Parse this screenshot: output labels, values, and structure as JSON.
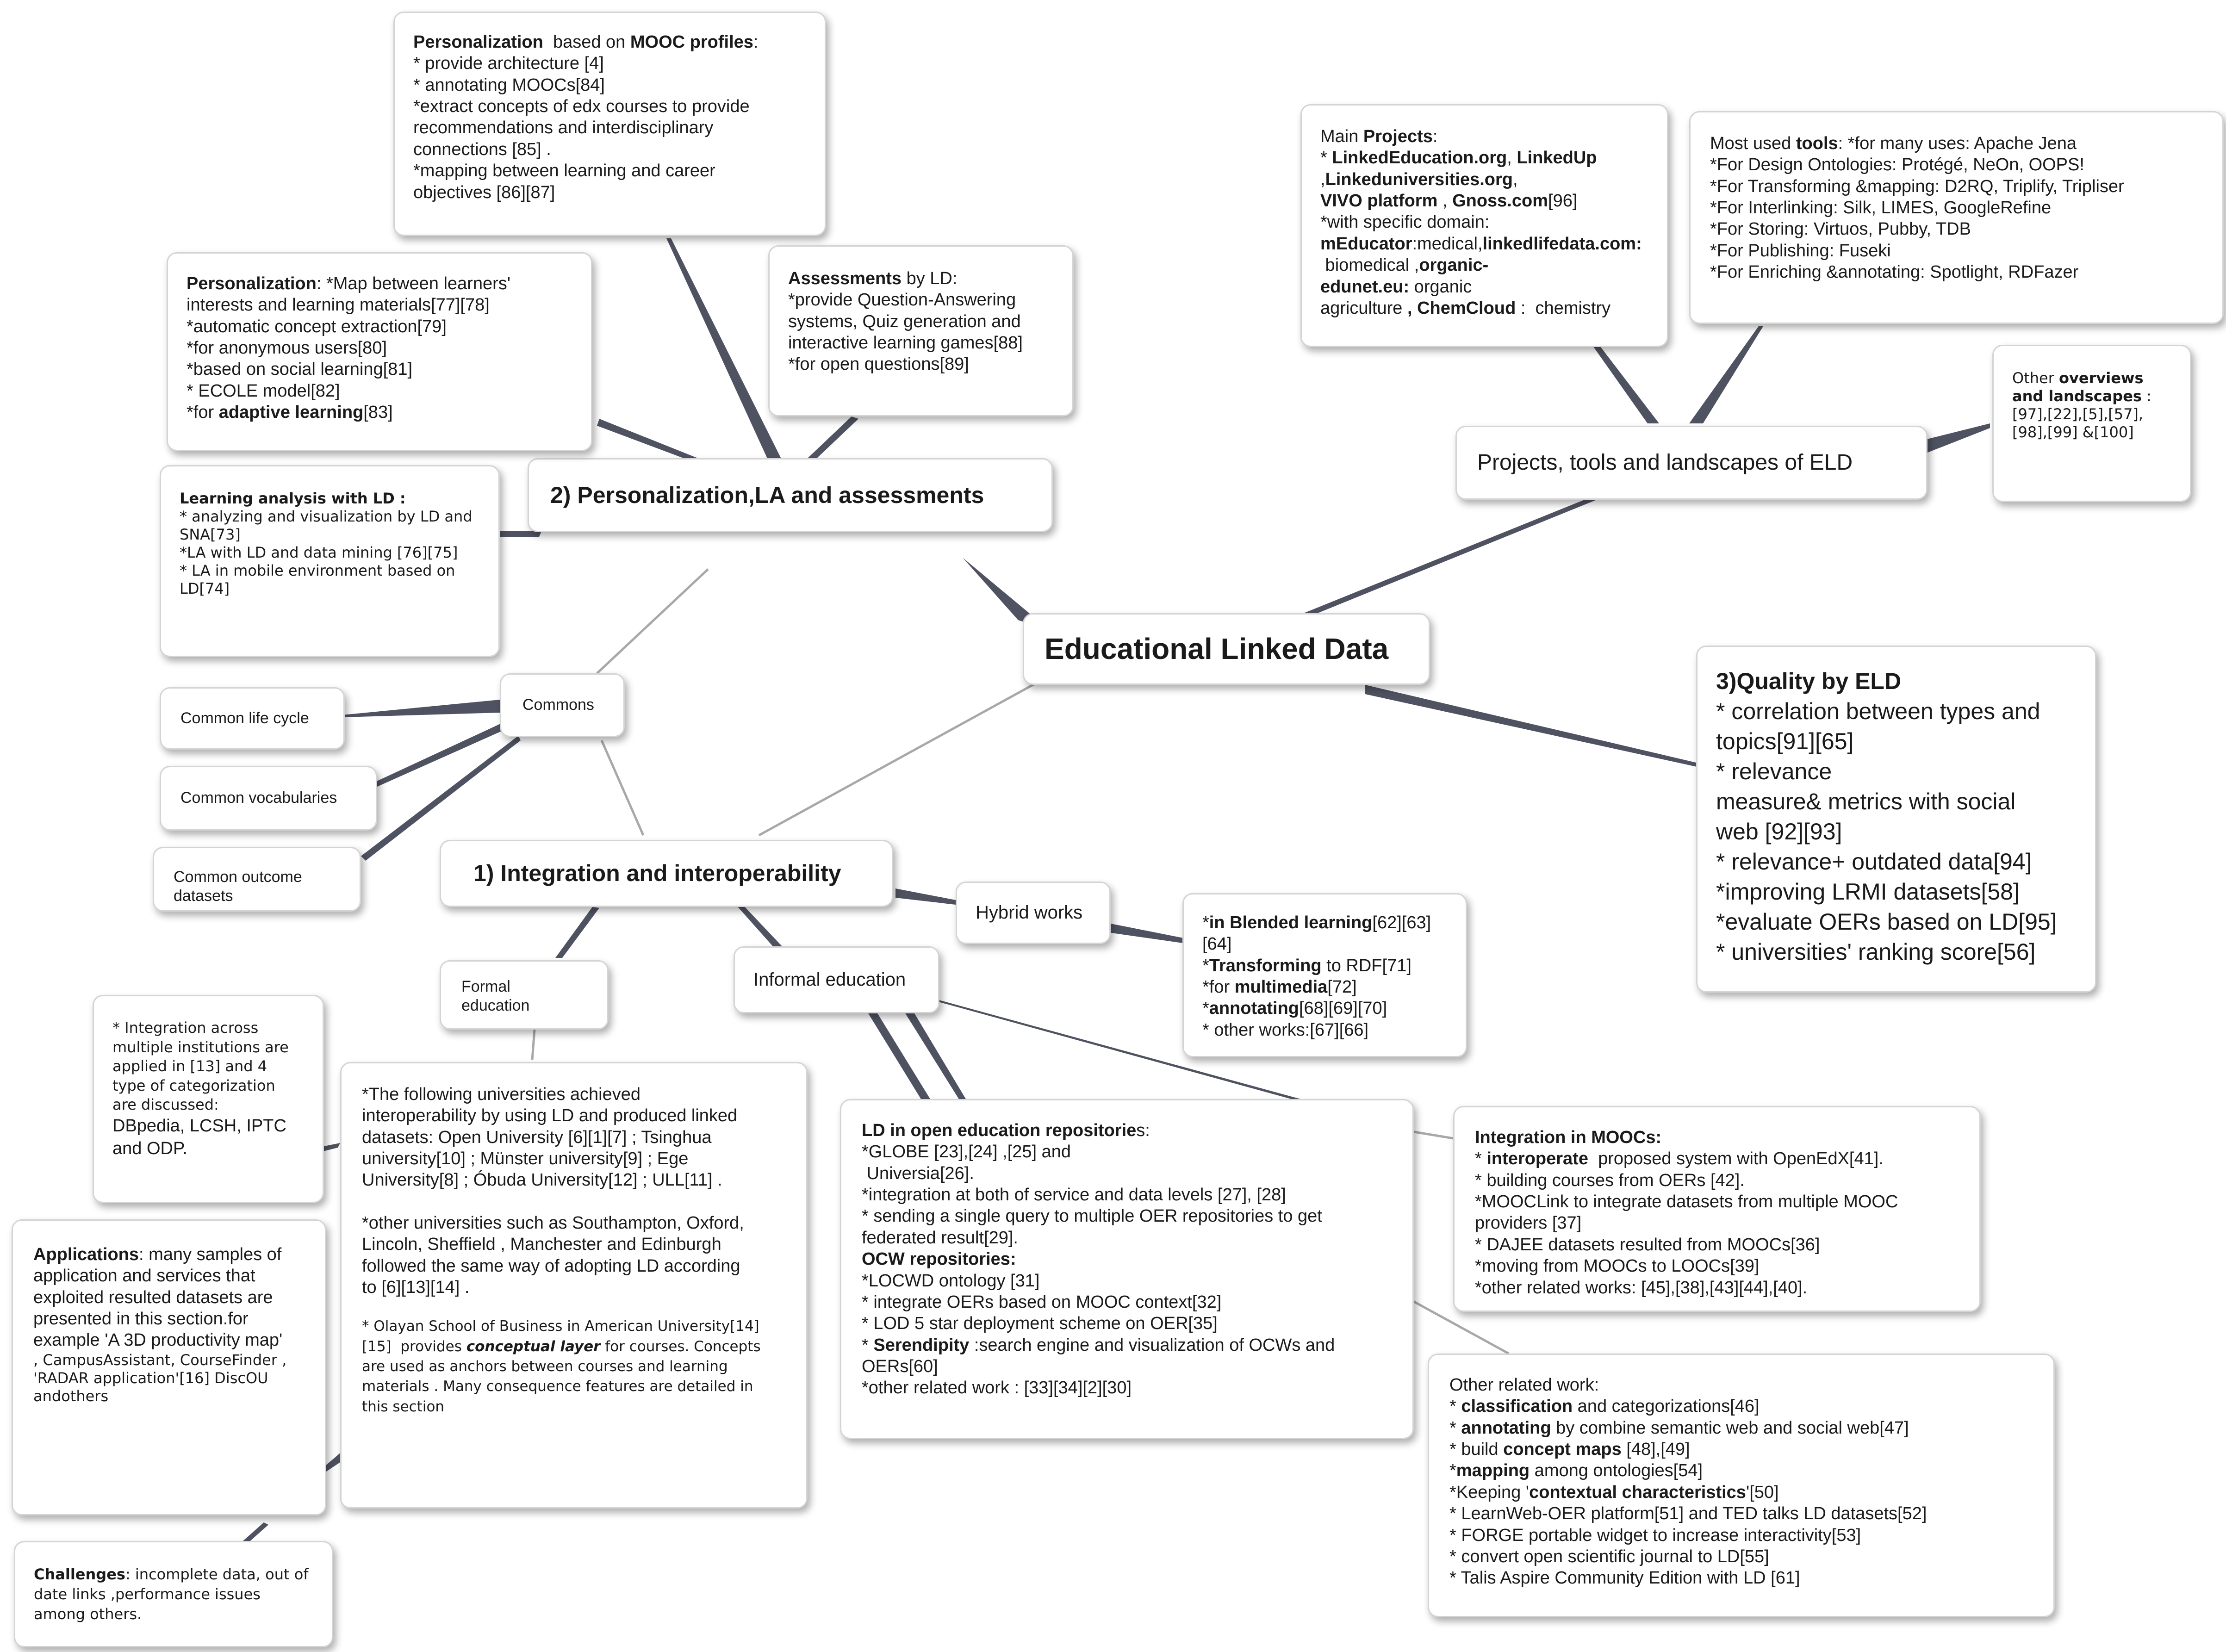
{
  "center": {
    "label": "Educational Linked Data"
  },
  "hubs": {
    "personalization": "2) Personalization,LA and assessments",
    "integration": "1) Integration and interoperability",
    "projects": "Projects, tools and landscapes of ELD",
    "commons": "Commons",
    "hybrid": "Hybrid works",
    "informal": "Informal education",
    "formal": "Formal education"
  },
  "commons_items": [
    "Common life cycle",
    "Common vocabularies",
    "Common outcome datasets"
  ],
  "mooc_profiles": {
    "title_b": "Personalization",
    "title_mid": "  based on ",
    "title_b2": "MOOC profiles",
    "title_end": ":",
    "lines": [
      "* provide architecture [4]",
      "* annotating MOOCs[84]",
      "*extract concepts of edx courses to provide",
      "recommendations and interdisciplinary",
      "connections [85] .",
      "*mapping between learning and career",
      "objectives [86][87]"
    ]
  },
  "personalization_box": {
    "title_b": "Personalization",
    "title_rest": ": *Map between learners'",
    "lines": [
      "interests and learning materials[77][78]",
      "*automatic concept extraction[79]",
      "*for anonymous users[80]",
      "*based on social learning[81]",
      "* ECOLE model[82]"
    ],
    "last_pre": "*for ",
    "last_b": "adaptive learning",
    "last_ref": "[83]"
  },
  "assessments": {
    "title_b": "Assessments",
    "title_rest": " by LD:",
    "lines": [
      "*provide Question-Answering",
      "systems, Quiz generation and",
      "interactive learning games[88]",
      "*for open questions[89]"
    ]
  },
  "learning_analysis": {
    "title": "Learning analysis with LD :",
    "lines": [
      "* analyzing and visualization by LD and",
      "SNA[73]",
      "*LA with LD and  data mining [76][75]",
      "* LA in mobile environment  based on",
      "LD[74]"
    ]
  },
  "main_projects": {
    "lines": [
      {
        "a": "Main ",
        "b": "Projects",
        "c": ":"
      },
      {
        "a": "* ",
        "b": "LinkedEducation.org",
        "c": ", ",
        "d": "LinkedUp"
      },
      {
        "a": ",",
        "b": "Linkeduniversities.org",
        "c": ","
      },
      {
        "a": "",
        "b": "VIVO platform",
        "c": " , ",
        "d": "Gnoss.com",
        "e": "[96]"
      },
      {
        "a": "*with specific domain:",
        "b": "",
        "c": ""
      },
      {
        "a": "",
        "b": "mEducator",
        "c": ":medical,",
        "d": "linkedlifedata.com:"
      },
      {
        "a": " biomedical ,",
        "b": "organic-",
        "c": ""
      },
      {
        "a": "",
        "b": "edunet.eu:",
        "c": " organic"
      },
      {
        "a": "agriculture",
        "b": " , ",
        "c": "",
        "d": "ChemCloud",
        "e": " :  chemistry"
      }
    ]
  },
  "tools": {
    "title_a": "Most used ",
    "title_b": "tools",
    "title_c": ": *for many uses: Apache Jena",
    "lines": [
      "*For Design Ontologies: Protégé, NeOn, OOPS!",
      "*For Transforming &mapping: D2RQ, Triplify, Tripliser",
      "*For  Interlinking: Silk, LIMES, GoogleRefine",
      "*For  Storing: Virtuos, Pubby, TDB",
      "*For Publishing:  Fuseki",
      "*For  Enriching &annotating: Spotlight, RDFazer"
    ]
  },
  "overviews": {
    "a": "Other ",
    "b": "overviews",
    "c": "and landscapes",
    "d": " :",
    "lines": [
      "[97],[22],[5],[57],",
      "[98],[99] &[100]"
    ]
  },
  "quality": {
    "title": "3)Quality by ELD",
    "lines": [
      "* correlation between types and",
      "topics[91][65]",
      "* relevance",
      "measure& metrics with social",
      "web [92][93]",
      "* relevance+ outdated data[94]",
      "*improving  LRMI datasets[58]",
      "*evaluate OERs based on LD[95]",
      "* universities' ranking score[56]"
    ]
  },
  "hybrid_box": {
    "lines": [
      {
        "a": "*",
        "b": "in Blended learning",
        "c": "[62][63]"
      },
      {
        "a": "[64]",
        "b": "",
        "c": ""
      },
      {
        "a": "*",
        "b": "Transforming",
        "c": " to RDF[71]"
      },
      {
        "a": "*for ",
        "b": "multimedia",
        "c": "[72]"
      },
      {
        "a": "*",
        "b": "annotating",
        "c": "[68][69][70]"
      },
      {
        "a": "* other works:[67][66]",
        "b": "",
        "c": ""
      }
    ]
  },
  "integration_note": {
    "lines": [
      "* Integration across",
      "multiple institutions are",
      "applied in [13] and 4",
      "type of categorization",
      "are discussed:",
      "DBpedia,  LCSH, IPTC",
      "and ODP."
    ]
  },
  "applications": {
    "b": "Applications",
    "rest": ": many samples of",
    "lines": [
      "application  and services that",
      "exploited resulted datasets are",
      "presented in this section.for",
      "example 'A 3D productivity map'"
    ],
    "small_lines": [
      ", CampusAssistant, CourseFinder ,",
      "'RADAR application'[16]  DiscOU",
      "andothers"
    ]
  },
  "challenges": {
    "b": "Challenges",
    "rest": ": incomplete data, out of",
    "lines": [
      "date links ,performance issues",
      "among others."
    ]
  },
  "formal_box": {
    "lines": [
      "*The following universities achieved",
      "interoperability by using LD and produced linked",
      "datasets: Open University [6][1][7] ; Tsinghua",
      "university[10] ; Münster university[9]  ; Ege",
      "University[8] ; Óbuda University[12] ; ULL[11] .",
      "",
      "*other universities such as Southampton, Oxford,",
      "Lincoln, Sheffield ,   Manchester and Edinburgh",
      "followed the same way of adopting LD according",
      "to [6][13][14] ."
    ],
    "small_a": "* Olayan School of Business in American University[14]",
    "small_b_pre": "[15]  provides ",
    "small_b_em": "conceptual layer",
    "small_b_post": " for courses. Concepts",
    "small_lines": [
      "are used as anchors between courses and learning",
      "materials  . Many consequence features are detailed in",
      "this section"
    ]
  },
  "repositories": {
    "title_b": "LD in open education repositorie",
    "title_c": "s:",
    "lines1": [
      "*GLOBE [23],[24] ,[25] and",
      " Universia[26].",
      "*integration  at both of service and data levels [27], [28]",
      "* sending a single query to multiple OER repositories to get",
      "federated result[29]."
    ],
    "ocw_title": "OCW repositories:",
    "lines2": [
      "*LOCWD ontology [31]",
      "* integrate OERs based on MOOC context[32]",
      "* LOD 5 star deployment scheme on OER[35]"
    ],
    "seren_a": "* ",
    "seren_b": "Serendipity",
    "seren_c": " :search engine and visualization of OCWs and",
    "lines3": [
      "OERs[60]",
      "*other related work : [33][34][2][30]"
    ]
  },
  "moocs": {
    "title": "Integration in MOOCs:",
    "l1_a": "* ",
    "l1_b": "interoperate",
    "l1_c": "  proposed system with OpenEdX[41].",
    "lines": [
      "* building courses from OERs [42].",
      "*MOOCLink to integrate datasets from multiple MOOC",
      "providers [37]",
      "* DAJEE datasets resulted from MOOCs[36]",
      "*moving from MOOCs to LOOCs[39]",
      "*other related works: [45],[38],[43][44],[40]."
    ]
  },
  "other_related": {
    "title": "Other related work:",
    "lines": [
      {
        "a": "* ",
        "b": "classification",
        "c": " and categorizations[46]"
      },
      {
        "a": "* ",
        "b": "annotating",
        "c": " by combine semantic web and social web[47]"
      },
      {
        "a": "* build ",
        "b": "concept maps",
        "c": " [48],[49]"
      },
      {
        "a": "*",
        "b": "mapping",
        "c": " among ontologies[54]"
      },
      {
        "a": "*Keeping '",
        "b": "contextual characteristics",
        "c": "'[50]"
      },
      {
        "a": "* LearnWeb-OER platform[51] and TED talks LD datasets[52]",
        "b": "",
        "c": ""
      },
      {
        "a": "* FORGE portable widget to increase interactivity[53]",
        "b": "",
        "c": ""
      },
      {
        "a": "* convert open scientific journal to LD[55]",
        "b": "",
        "c": ""
      },
      {
        "a": "* Talis Aspire Community Edition with LD [61]",
        "b": "",
        "c": ""
      }
    ]
  },
  "colors": {
    "edge": "#4f5361",
    "edge_light": "#a8a8a8",
    "border": "#d4d4d4"
  }
}
